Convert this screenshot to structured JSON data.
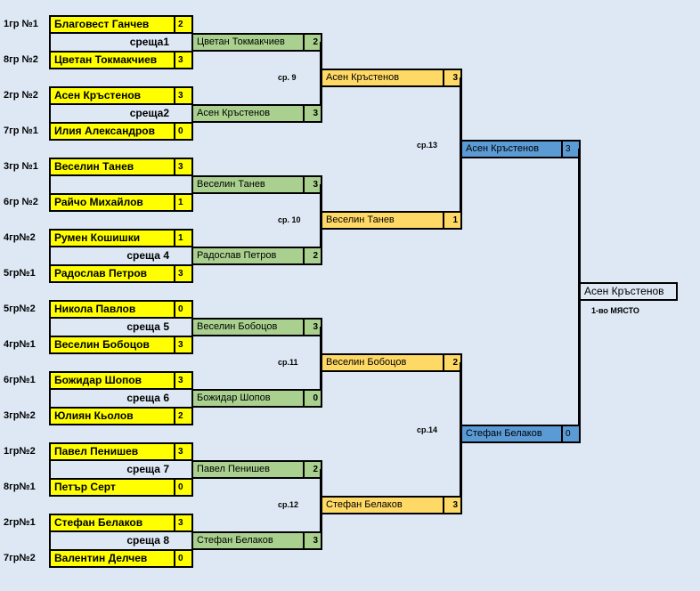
{
  "colors": {
    "round1": "#ffff00",
    "round2": "#a9d08e",
    "semis": "#ffd966",
    "final": "#5b9bd5",
    "background": "#dde8f4"
  },
  "round1": [
    {
      "seed": "1гр №1",
      "name": "Благовест Ганчев",
      "score": "2"
    },
    {
      "seed": "8гр №2",
      "name": "Цветан Токмакчиев",
      "score": "3"
    },
    {
      "seed": "2гр №2",
      "name": "Асен Кръстенов",
      "score": "3"
    },
    {
      "seed": "7гр №1",
      "name": "Илия Александров",
      "score": "0"
    },
    {
      "seed": "3гр №1",
      "name": "Веселин Танев",
      "score": "3"
    },
    {
      "seed": "6гр №2",
      "name": "Райчо Михайлов",
      "score": "1"
    },
    {
      "seed": "4гр№2",
      "name": "Румен Кошишки",
      "score": "1"
    },
    {
      "seed": "5гр№1",
      "name": "Радослав Петров",
      "score": "3"
    },
    {
      "seed": "5гр№2",
      "name": "Никола Павлов",
      "score": "0"
    },
    {
      "seed": "4гр№1",
      "name": "Веселин Бобоцов",
      "score": "3"
    },
    {
      "seed": "6гр№1",
      "name": "Божидар Шопов",
      "score": "3"
    },
    {
      "seed": "3гр№2",
      "name": "Юлиян Кьолов",
      "score": "2"
    },
    {
      "seed": "1гр№2",
      "name": "Павел Пенишев",
      "score": "3"
    },
    {
      "seed": "8гр№1",
      "name": "Петър Серт",
      "score": "0"
    },
    {
      "seed": "2гр№1",
      "name": "Стефан Белаков",
      "score": "3"
    },
    {
      "seed": "7гр№2",
      "name": "Валентин Делчев",
      "score": "0"
    }
  ],
  "round2": [
    {
      "match": "среща1",
      "name": "Цветан Токмакчиев",
      "score": "2"
    },
    {
      "match": "среща2",
      "name": "Асен Кръстенов",
      "score": "3"
    },
    {
      "match": "",
      "name": "Веселин Танев",
      "score": "3"
    },
    {
      "match": "среща 4",
      "name": "Радослав Петров",
      "score": "2"
    },
    {
      "match": "среща 5",
      "name": "Веселин Бобоцов",
      "score": "3"
    },
    {
      "match": "среща 6",
      "name": "Божидар Шопов",
      "score": "0"
    },
    {
      "match": "среща 7",
      "name": "Павел Пенишев",
      "score": "2"
    },
    {
      "match": "среща 8",
      "name": "Стефан Белаков",
      "score": "3"
    }
  ],
  "round3": [
    {
      "match": "ср. 9",
      "name": "Асен Кръстенов",
      "score": "3"
    },
    {
      "match": "ср. 10",
      "name": "Веселин Танев",
      "score": "1"
    },
    {
      "match": "ср.11",
      "name": "Веселин Бобоцов",
      "score": "2"
    },
    {
      "match": "ср.12",
      "name": "Стефан Белаков",
      "score": "3"
    }
  ],
  "round4": [
    {
      "match": "ср.13",
      "name": "Асен Кръстенов",
      "score": "3"
    },
    {
      "match": "ср.14",
      "name": "Стефан Белаков",
      "score": "0"
    }
  ],
  "winner": {
    "name": "Асен Кръстенов",
    "label": "1-во МЯСТО"
  }
}
